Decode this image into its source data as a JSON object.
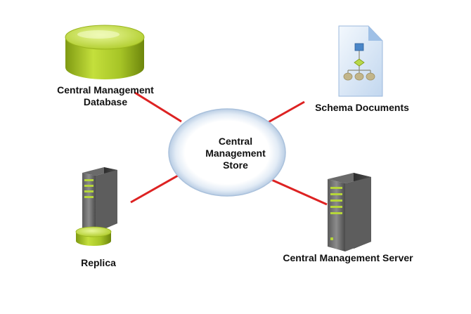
{
  "diagram": {
    "center": {
      "label_lines": [
        "Central",
        "Management",
        "Store"
      ]
    },
    "nodes": [
      {
        "id": "central-management-database",
        "label_lines": [
          "Central Management",
          "Database"
        ],
        "icon": "database-cylinder-icon"
      },
      {
        "id": "schema-documents",
        "label_lines": [
          "Schema Documents"
        ],
        "icon": "schema-document-icon"
      },
      {
        "id": "replica",
        "label_lines": [
          "Replica"
        ],
        "icon": "server-tower-with-database-icon"
      },
      {
        "id": "central-management-server",
        "label_lines": [
          "Central Management Server"
        ],
        "icon": "server-tower-icon"
      }
    ],
    "edges": [
      {
        "from": "central-management-database",
        "to": "center"
      },
      {
        "from": "schema-documents",
        "to": "center"
      },
      {
        "from": "replica",
        "to": "center"
      },
      {
        "from": "central-management-server",
        "to": "center"
      }
    ],
    "colors": {
      "connector": "#dd2222",
      "database_green": "#a6c426",
      "store_fill": "#ffffff",
      "store_glow": "#b9cde4",
      "server_dark": "#3a3a3a",
      "server_light": "#8c8c8c",
      "server_led": "#b6d63a",
      "document_blue": "#cfe0f3",
      "document_node": "#c2b58a"
    }
  }
}
